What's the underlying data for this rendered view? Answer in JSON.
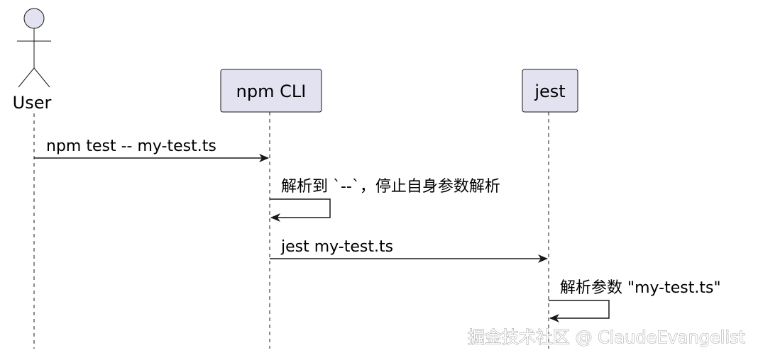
{
  "participants": {
    "user": {
      "label": "User"
    },
    "npm": {
      "label": "npm CLI"
    },
    "jest": {
      "label": "jest"
    }
  },
  "messages": [
    {
      "from": "user",
      "to": "npm",
      "label": "npm test -- my-test.ts"
    },
    {
      "from": "npm",
      "to": "npm",
      "label": "解析到 `--`，停止自身参数解析"
    },
    {
      "from": "npm",
      "to": "jest",
      "label": "jest my-test.ts"
    },
    {
      "from": "jest",
      "to": "jest",
      "label": "解析参数 \"my-test.ts\""
    }
  ],
  "watermark": "掘金技术社区 @ ClaudeEvangelist",
  "colors": {
    "participant_fill": "#e2e2f0",
    "participant_border": "#181818",
    "lifeline": "#181818",
    "arrow": "#181818"
  }
}
